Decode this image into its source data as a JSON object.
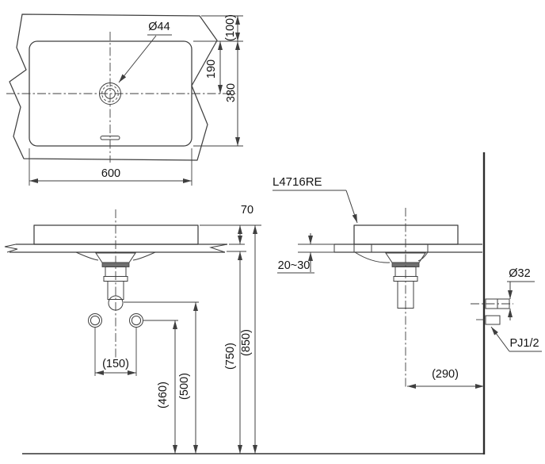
{
  "colors": {
    "line": "#3f3f3f",
    "text": "#141414",
    "band_fill": "#6e6e6e",
    "background": "#ffffff"
  },
  "plan_view": {
    "drain_diameter_label": "Ø44",
    "width_label": "600",
    "depth_label": "380",
    "drain_to_front_label": "190",
    "counter_edge_label": "(100)"
  },
  "front_view": {
    "rim_above_counter_label": "70",
    "supply_spacing_label": "(150)",
    "supply_height_label": "(460)",
    "trap_outlet_height_label": "(500)",
    "counter_underside_label": "(750)",
    "rim_height_label": "(850)"
  },
  "side_view": {
    "model_label": "L4716RE",
    "counter_thickness_label": "20~30",
    "waste_pipe_diameter_label": "Ø32",
    "supply_thread_label": "PJ1/2",
    "drain_to_wall_label": "(290)"
  }
}
